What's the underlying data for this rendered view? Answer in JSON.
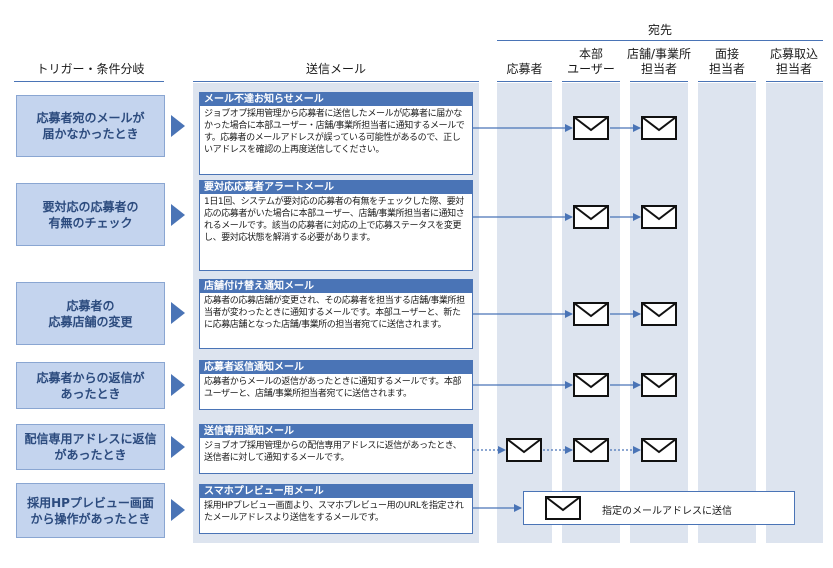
{
  "headers": {
    "trigger": "トリガー・条件分岐",
    "mail": "送信メール",
    "destination": "宛先",
    "recipients": [
      {
        "line1": "応募者",
        "line2": ""
      },
      {
        "line1": "本部",
        "line2": "ユーザー"
      },
      {
        "line1": "店舗/事業所",
        "line2": "担当者"
      },
      {
        "line1": "面接",
        "line2": "担当者"
      },
      {
        "line1": "応募取込",
        "line2": "担当者"
      }
    ]
  },
  "rows": [
    {
      "trigger_line1": "応募者宛のメールが",
      "trigger_line2": "届かなかったとき",
      "mail_title": "メール不達お知らせメール",
      "mail_desc": "ジョブオプ採用管理から応募者に送信したメールが応募者に届かなかった場合に本部ユーザー・店舗/事業所担当者に通知するメールです。応募者のメールアドレスが誤っている可能性があるので、正しいアドレスを確認の上再度送信してください。"
    },
    {
      "trigger_line1": "要対応の応募者の",
      "trigger_line2": "有無のチェック",
      "mail_title": "要対応応募者アラートメール",
      "mail_desc": "1日1回、システムが要対応の応募者の有無をチェックした際、要対応の応募者がいた場合に本部ユーザー、店舗/事業所担当者に通知されるメールです。該当の応募者に対応の上で応募ステータスを変更し、要対応状態を解消する必要があります。"
    },
    {
      "trigger_line1": "応募者の",
      "trigger_line2": "応募店舗の変更",
      "mail_title": "店舗付け替え通知メール",
      "mail_desc": "応募者の応募店舗が変更され、その応募者を担当する店舗/事業所担当者が変わったときに通知するメールです。本部ユーザーと、新たに応募店舗となった店舗/事業所の担当者宛てに送信されます。"
    },
    {
      "trigger_line1": "応募者からの返信が",
      "trigger_line2": "あったとき",
      "mail_title": "応募者返信通知メール",
      "mail_desc": "応募者からメールの返信があったときに通知するメールです。本部ユーザーと、店舗/事業所担当者宛てに送信されます。"
    },
    {
      "trigger_line1": "配信専用アドレスに返信",
      "trigger_line2": "があったとき",
      "mail_title": "送信専用通知メール",
      "mail_desc": "ジョブオプ採用管理からの配信専用アドレスに返信があったとき、送信者に対して通知するメールです。"
    },
    {
      "trigger_line1": "採用HPプレビュー画面",
      "trigger_line2": "から操作があったとき",
      "mail_title": "スマホプレビュー用メール",
      "mail_desc": "採用HPプレビュー画面より、スマホプレビュー用のURLを指定されたメールアドレスより送信をするメールです。"
    }
  ],
  "last_row_note": "指定のメールアドレスに送信",
  "colors": {
    "accent": "#4a74b6",
    "trigger_fill": "#c4d4ee",
    "trigger_text": "#2c4b7e",
    "column_band": "#dde4ef"
  },
  "icons": [
    "chevron-right-icon",
    "envelope-icon",
    "arrow-right-icon"
  ]
}
